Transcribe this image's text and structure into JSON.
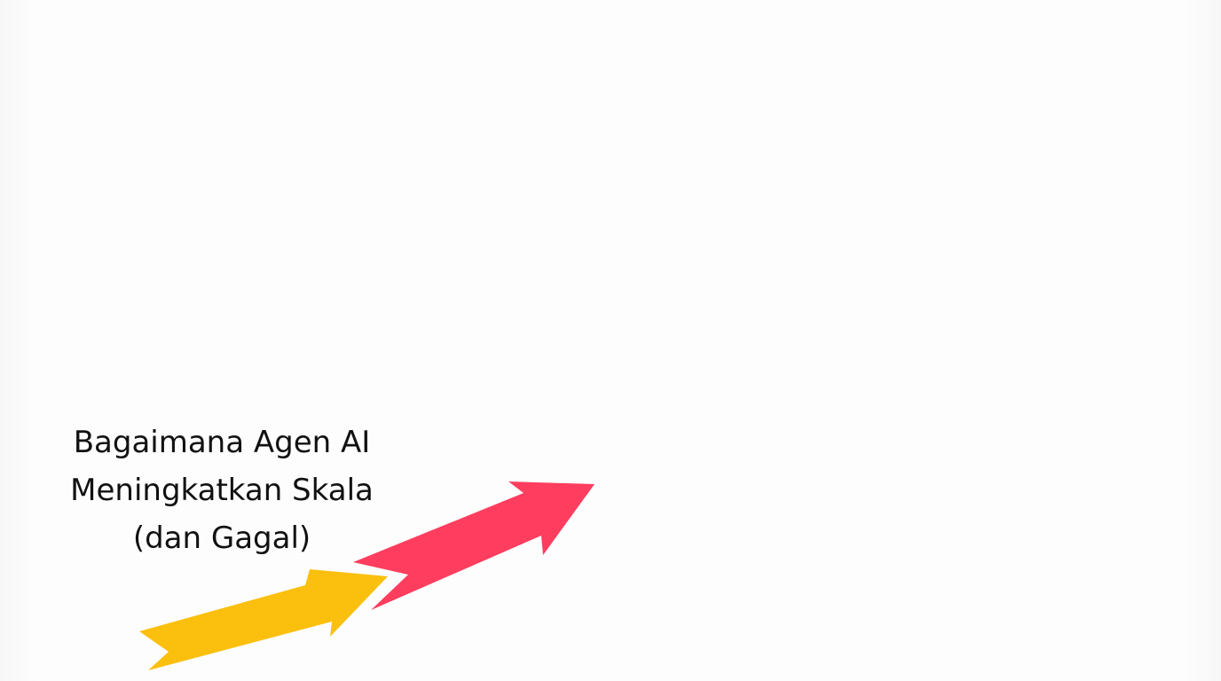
{
  "title": {
    "lines": [
      "Bagaimana Agen AI",
      "Meningkatkan Skala",
      "(dan Gagal)"
    ]
  },
  "graphic": {
    "arrow_1": {
      "icon": "yellow-arrow-icon",
      "color": "#FBBF0E"
    },
    "arrow_2": {
      "icon": "red-arrow-icon",
      "color": "#FF3D5E"
    }
  },
  "colors": {
    "background": "#FCFCFC",
    "text": "#111111"
  }
}
